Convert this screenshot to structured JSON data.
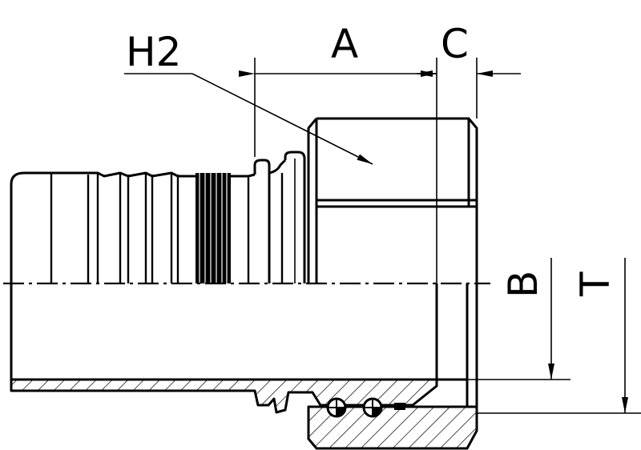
{
  "labels": {
    "h2": "H2",
    "a": "A",
    "c": "C",
    "b": "B",
    "t": "T"
  }
}
